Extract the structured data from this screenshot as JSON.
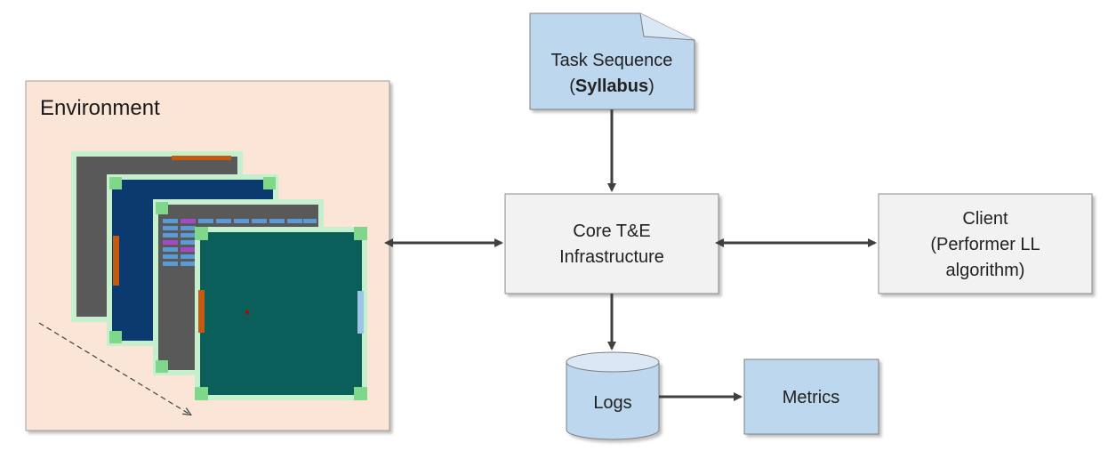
{
  "environment": {
    "title": "Environment"
  },
  "task_sequence": {
    "line1": "Task Sequence",
    "paren_open": "(",
    "bold": "Syllabus",
    "paren_close": ")"
  },
  "core": {
    "line1": "Core T&E",
    "line2": "Infrastructure"
  },
  "client": {
    "line1": "Client",
    "line2": "(Performer LL",
    "line3": "algorithm)"
  },
  "logs": {
    "label": "Logs"
  },
  "metrics": {
    "label": "Metrics"
  },
  "colors": {
    "env_fill": "#fbe5d6",
    "box_blue": "#bdd7ee",
    "box_gray": "#f2f2f2",
    "screen_gray": "#595959",
    "screen_navy": "#0a3a6e",
    "screen_teal": "#0a5f5a",
    "screen_border": "#c6efce",
    "corner_green": "#7fd88a",
    "paddle_orange": "#c55a11"
  }
}
